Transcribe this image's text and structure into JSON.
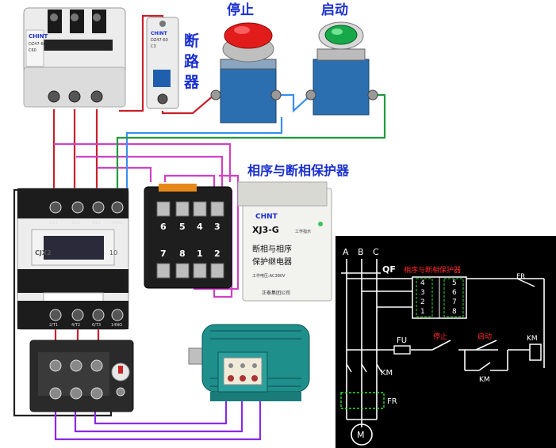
{
  "labels": {
    "stop": "停止",
    "start": "启动",
    "breaker_1": "断",
    "breaker_2": "路",
    "breaker_3": "器",
    "protector": "相序与断相保护器"
  },
  "devices": {
    "breaker3p_brand": "CHINT",
    "breaker3p_model": "DZ47-60",
    "breaker3p_rating": "C60",
    "breaker1p_brand": "CHINT",
    "breaker1p_model": "DZ47-60",
    "breaker1p_rating": "C3",
    "contactor_model": "CJX2",
    "contactor_size": "10",
    "contactor_top_terminals": [
      "1/L1",
      "3/L2",
      "5/L3",
      "13NO"
    ],
    "contactor_bottom_terminals": [
      "2/T1",
      "4/T2",
      "6/T3",
      "14NO"
    ],
    "socket_top": [
      "6",
      "5",
      "4",
      "3"
    ],
    "socket_bottom": [
      "7",
      "8",
      "1",
      "2"
    ],
    "relay_brand": "CHNT",
    "relay_model": "XJ3-G",
    "relay_model_suffix": "工作指示",
    "relay_name_1": "断相与相序",
    "relay_name_2": "保护继电器",
    "relay_spec": "工作电压:AC380V",
    "relay_maker": "正泰集团公司"
  },
  "schematic": {
    "phases": [
      "A",
      "B",
      "C"
    ],
    "qf": "QF",
    "title": "相序与断相保护器",
    "relay_left": [
      "4",
      "3",
      "2",
      "1"
    ],
    "relay_right": [
      "5",
      "6",
      "7",
      "8"
    ],
    "fr_contact": "FR",
    "fuse": "FU",
    "stop": "停止",
    "start": "启动",
    "km_coil": "KM",
    "km_aux": "KM",
    "km_main": "KM",
    "fr_heater": "FR",
    "motor": "M"
  },
  "colors": {
    "schematic_bg": "#000000",
    "schematic_line": "#ffffff",
    "schematic_red": "#ff2a2a",
    "schematic_green": "#33dd33",
    "label_blue": "#1a2fd0",
    "wire_red": "#c8202a",
    "wire_magenta": "#d040c8",
    "wire_purple": "#8a2be2",
    "wire_blue": "#3a8ff0",
    "wire_green": "#1e9b3c",
    "device_blue": "#2b6fb0",
    "motor_teal": "#1f8f8c"
  }
}
